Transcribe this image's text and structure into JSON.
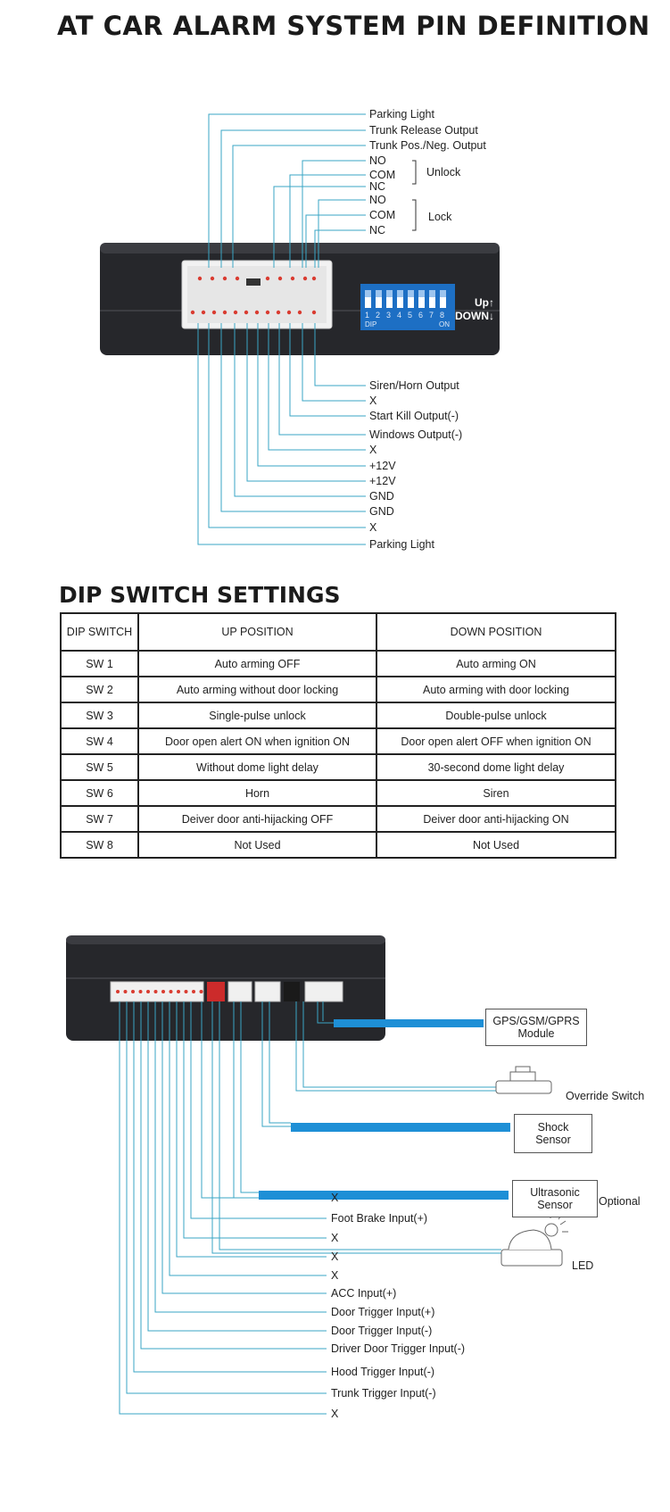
{
  "title": "AT CAR ALARM SYSTEM PIN DEFINITION",
  "top_diagram": {
    "upper_labels": [
      "Parking Light",
      "Trunk Release Output",
      "Trunk Pos./Neg. Output",
      "NO",
      "COM",
      "NC",
      "NO",
      "COM",
      "NC"
    ],
    "unlock_label": "Unlock",
    "lock_label": "Lock",
    "lower_labels": [
      "Siren/Horn Output",
      "X",
      "Start Kill Output(-)",
      "Windows Output(-)",
      "X",
      "+12V",
      "+12V",
      "GND",
      "GND",
      "X",
      "Parking Light"
    ],
    "dip_numbers": [
      "1",
      "2",
      "3",
      "4",
      "5",
      "6",
      "7",
      "8"
    ],
    "dip_text": "DIP",
    "on_text": "ON",
    "up_label": "Up↑",
    "down_label": "DOWN↓"
  },
  "dip_section": {
    "title": "DIP SWITCH SETTINGS",
    "headers": [
      "DIP SWITCH",
      "UP POSITION",
      "DOWN POSITION"
    ],
    "rows": [
      [
        "SW 1",
        "Auto arming OFF",
        "Auto arming ON"
      ],
      [
        "SW 2",
        "Auto arming without door locking",
        "Auto arming with door locking"
      ],
      [
        "SW 3",
        "Single-pulse unlock",
        "Double-pulse unlock"
      ],
      [
        "SW 4",
        "Door open alert ON when ignition ON",
        "Door open alert OFF when ignition ON"
      ],
      [
        "SW 5",
        "Without dome light delay",
        "30-second dome light delay"
      ],
      [
        "SW 6",
        "Horn",
        "Siren"
      ],
      [
        "SW 7",
        "Deiver door anti-hijacking OFF",
        "Deiver door anti-hijacking ON"
      ],
      [
        "SW 8",
        "Not Used",
        "Not Used"
      ]
    ]
  },
  "bottom_diagram": {
    "gps_module": "GPS/GSM/GPRS\nModule",
    "override_switch": "Override Switch",
    "shock_sensor": "Shock\nSensor",
    "ultrasonic_sensor": "Ultrasonic\nSensor",
    "optional": "Optional",
    "led": "LED",
    "input_labels": [
      "X",
      "Foot Brake Input(+)",
      "X",
      "X",
      "X",
      "ACC Input(+)",
      "Door Trigger Input(+)",
      "Door Trigger Input(-)",
      "Driver Door Trigger Input(-)",
      "Hood Trigger Input(-)",
      "Trunk Trigger Input(-)",
      "X"
    ]
  },
  "colors": {
    "wire": "#3aa6c4",
    "cable": "#1e8fd6",
    "pin_red": "#d93b30",
    "dip_blue": "#2478d2",
    "box_dark": "#26272b"
  }
}
